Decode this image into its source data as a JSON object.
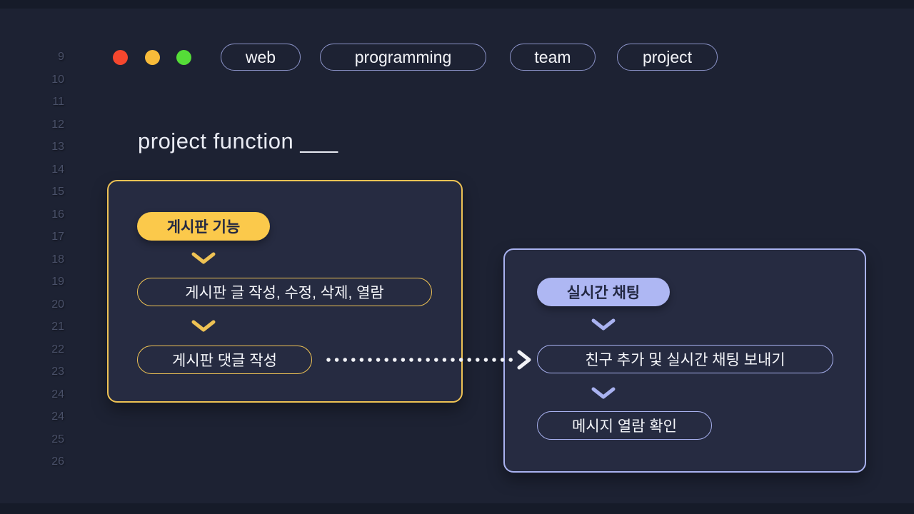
{
  "window": {
    "traffic_lights": [
      {
        "name": "close",
        "color": "#f5472e"
      },
      {
        "name": "minimize",
        "color": "#f8bb3a"
      },
      {
        "name": "zoom",
        "color": "#55dd38"
      }
    ],
    "line_numbers": [
      "9",
      "10",
      "11",
      "12",
      "13",
      "14",
      "15",
      "16",
      "17",
      "18",
      "19",
      "20",
      "21",
      "22",
      "23",
      "24",
      "24",
      "25",
      "26"
    ]
  },
  "tags": {
    "items": [
      {
        "label": "web"
      },
      {
        "label": "programming"
      },
      {
        "label": "team"
      },
      {
        "label": "project"
      }
    ]
  },
  "heading": {
    "title": "project function ___"
  },
  "flow": {
    "board": {
      "header": "게시판 기능",
      "steps": [
        {
          "label": "게시판 글 작성, 수정, 삭제, 열람"
        },
        {
          "label": "게시판 댓글 작성"
        }
      ]
    },
    "chat": {
      "header": "실시간 채팅",
      "steps": [
        {
          "label": "친구 추가 및 실시간 채팅 보내기"
        },
        {
          "label": "메시지 열람 확인"
        }
      ]
    },
    "connector": {
      "style": "dotted-arrow",
      "from": "게시판 댓글 작성",
      "to": "친구 추가 및 실시간 채팅 보내기"
    }
  },
  "colors": {
    "background": "#1d2233",
    "edge_strip": "#161b29",
    "panel_fill": "#262b41",
    "tag_border": "#8b93c8",
    "text_primary": "#e9ebf3",
    "line_number": "#4a5169",
    "board_accent": "#eec254",
    "board_header_fill": "#fbc94b",
    "chat_accent": "#a9b2f0",
    "chat_header_fill": "#aeb7f3",
    "pill_dark_text": "#232842",
    "arrow": "#f2f3f7",
    "traffic_red": "#f5472e",
    "traffic_yellow": "#f8bb3a",
    "traffic_green": "#55dd38"
  }
}
